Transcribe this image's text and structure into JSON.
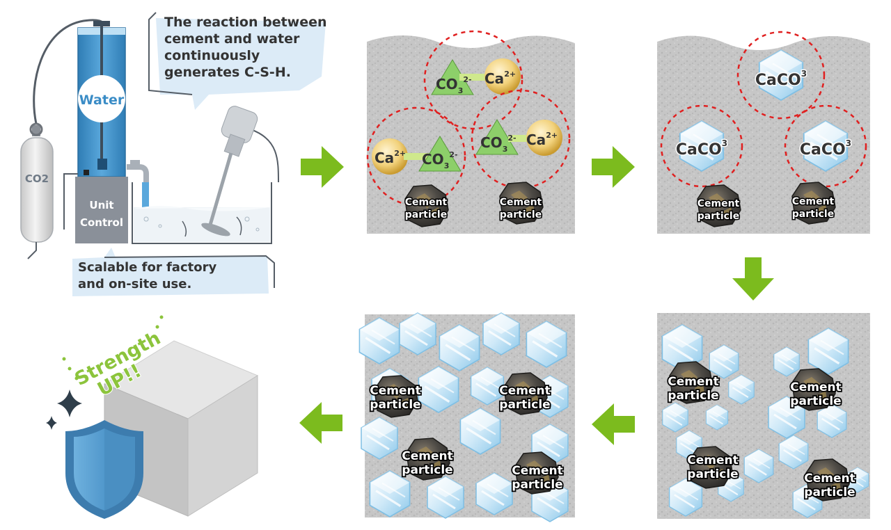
{
  "equipment": {
    "water": "Water",
    "co2": "CO2",
    "unit_line1": "Unit",
    "unit_line2": "Control"
  },
  "callouts": {
    "reaction": [
      "The reaction between",
      "cement and water",
      "continuously",
      "generates C-S-H."
    ],
    "scalable": [
      "Scalable for factory",
      "and on-site use."
    ]
  },
  "panel1": {
    "ions": {
      "carbonate": "CO",
      "carbonate_sub": "3",
      "carbonate_sup": "2-",
      "calcium": "Ca",
      "calcium_sup": "2+"
    }
  },
  "panel2": {
    "caco3": "CaCO",
    "caco3_sup": "3"
  },
  "cement_label": [
    "Cement",
    "particle"
  ],
  "result": {
    "line1": "Strength",
    "line2": "UP!!"
  },
  "colors": {
    "arrow": "#7cbb1e",
    "ring": "#e02020",
    "callout": "#dcebf7",
    "water": "#3a8cc6",
    "concrete": "#c9c9c9"
  }
}
